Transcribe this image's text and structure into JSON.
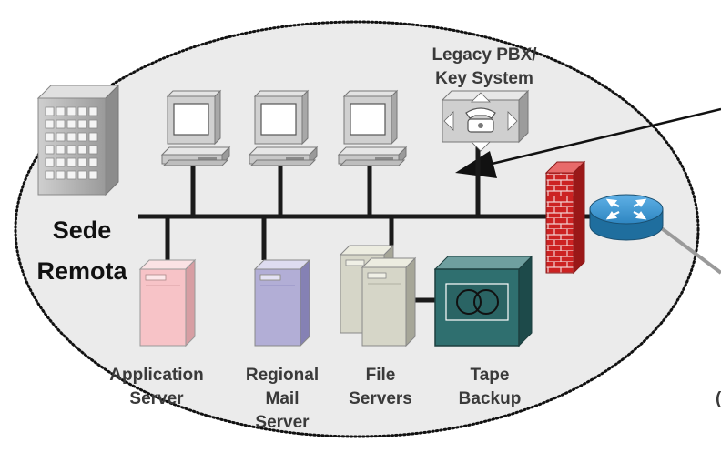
{
  "site": {
    "title_line1": "Sede",
    "title_line2": "Remota"
  },
  "labels": {
    "pbx_line1": "Legacy PBX/",
    "pbx_line2": "Key System",
    "app_line1": "Application",
    "app_line2": "Server",
    "mail_line1": "Regional",
    "mail_line2": "Mail",
    "mail_line3": "Server",
    "file_line1": "File",
    "file_line2": "Servers",
    "tape_line1": "Tape",
    "tape_line2": "Backup",
    "edge_fragment": "("
  },
  "colors": {
    "ellipse_fill": "#ebebeb",
    "app_server": "#f7c3c7",
    "mail_server": "#b2aed6",
    "file_server": "#d6d6c8",
    "tape_body": "#2f6f6f",
    "firewall": "#d42a2a",
    "router": "#2e86c1"
  },
  "icons": [
    "building-icon",
    "pc-icon",
    "pbx-icon",
    "server-icon",
    "tape-icon",
    "firewall-icon",
    "router-icon",
    "arrow-icon"
  ]
}
